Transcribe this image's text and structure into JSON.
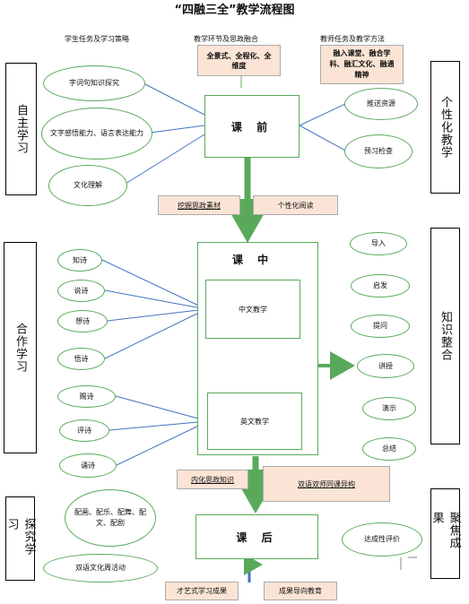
{
  "title": "“四融三全”教学流程图",
  "headers": {
    "left": "学生任务及学习策略",
    "middle": "教学环节及思政融合",
    "right": "教师任务及教学方法"
  },
  "top_boxes": {
    "center": "全景式、全程化、全维度",
    "right": "融入课堂、融合学科、融汇文化、融通精神"
  },
  "left_labels": {
    "self_study": "自主学习",
    "cooperative": "合作学习",
    "inquiry": "探究学习"
  },
  "right_labels": {
    "personalized": "个性化教学",
    "integration": "知识整合",
    "focus": "聚焦成果"
  },
  "stages": {
    "before": "课 前",
    "during": "课 中",
    "after": "课 后"
  },
  "inner_boxes": {
    "chinese": "中文教学",
    "english": "英文教学"
  },
  "student_ovals": {
    "pre": [
      "字词句知识探究",
      "文字感悟能力、语言表达能力",
      "文化理解"
    ],
    "in_chinese": [
      "知诗",
      "说诗",
      "想诗",
      "悟诗"
    ],
    "in_english": [
      "赐诗",
      "评诗",
      "诵诗"
    ],
    "post": [
      "配画、配乐、配舞、配文、配剧",
      "双语文化周活动"
    ]
  },
  "teacher_ovals": {
    "pre": [
      "推送资源",
      "预习检查"
    ],
    "in": [
      "导入",
      "启发",
      "提问",
      "讲授",
      "演示",
      "总结"
    ],
    "post": [
      "达成性评价"
    ]
  },
  "peach_boxes": {
    "ideology": "挖掘思政素材",
    "personal_reading": "个性化阅读",
    "internalize": "内化思政知识",
    "bilingual": "双语双师同课异构",
    "talent": "才艺式学习成果",
    "outcome": "成果导向教育"
  }
}
